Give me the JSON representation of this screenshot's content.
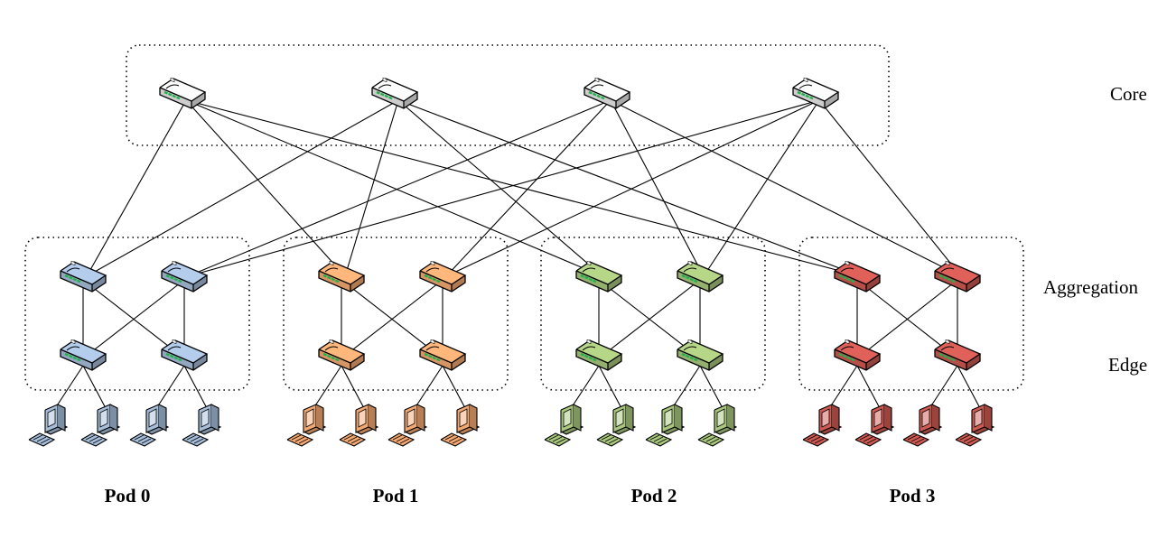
{
  "layers": {
    "core": "Core",
    "aggregation": "Aggregation",
    "edge": "Edge"
  },
  "pods": [
    {
      "label": "Pod 0",
      "color": "#a7bedb",
      "dark": "#6d88aa"
    },
    {
      "label": "Pod 1",
      "color": "#f5a972",
      "dark": "#c57a44"
    },
    {
      "label": "Pod 2",
      "color": "#a9c77e",
      "dark": "#789650"
    },
    {
      "label": "Pod 3",
      "color": "#cf5a52",
      "dark": "#983530"
    }
  ],
  "core_color": "#e9e9e9",
  "port_color": "#22b14c",
  "topology": {
    "core_switches": 4,
    "pods": 4,
    "aggregation_per_pod": 2,
    "edge_per_pod": 2,
    "hosts_per_edge": 2
  }
}
